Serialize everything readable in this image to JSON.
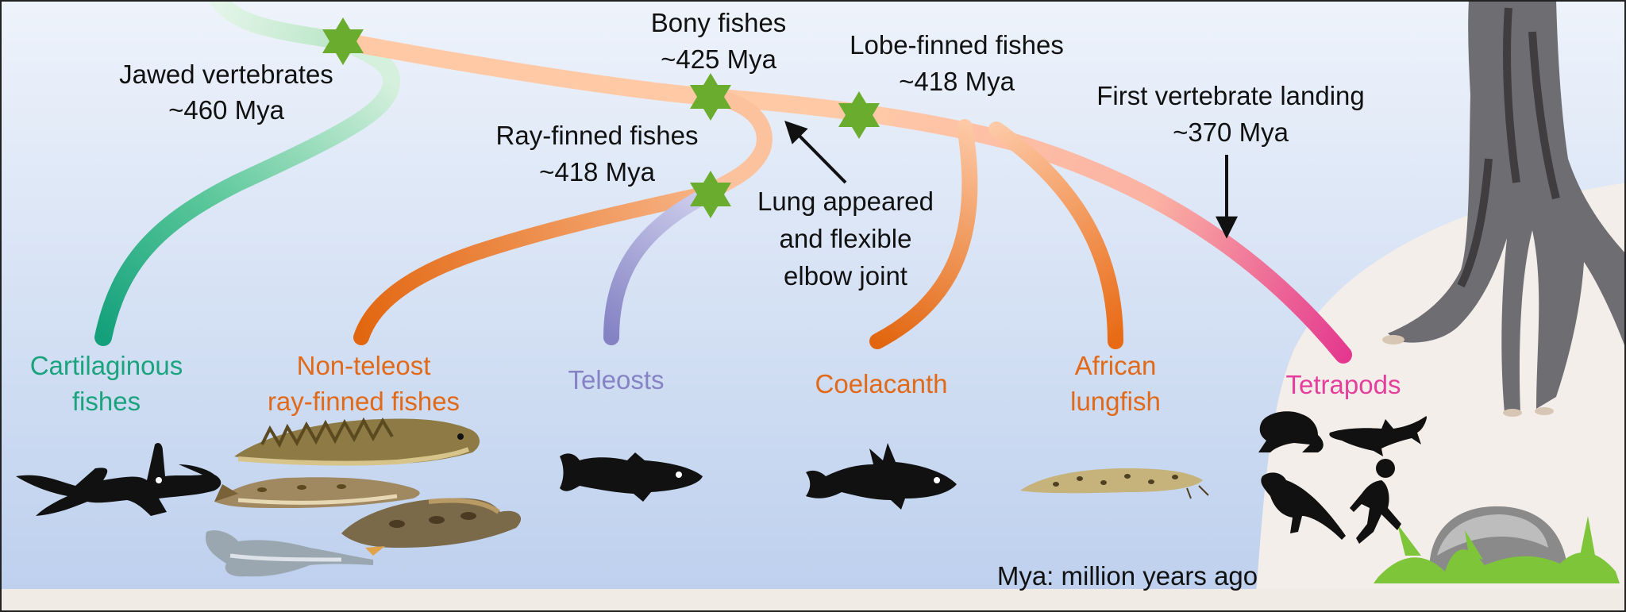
{
  "nodes": {
    "jawed": {
      "name": "Jawed vertebrates",
      "age": "~460 Mya"
    },
    "bony": {
      "name": "Bony fishes",
      "age": "~425 Mya"
    },
    "lobe": {
      "name": "Lobe-finned fishes",
      "age": "~418 Mya"
    },
    "ray": {
      "name": "Ray-finned fishes",
      "age": "~418 Mya"
    },
    "landing": {
      "name": "First vertebrate landing",
      "age": "~370 Mya"
    }
  },
  "lung_note": [
    "Lung appeared",
    "and flexible",
    "elbow joint"
  ],
  "taxa": {
    "cartilaginous": {
      "lines": [
        "Cartilaginous",
        "fishes"
      ],
      "color": "#1ba37e"
    },
    "non_teleost": {
      "lines": [
        "Non-teleost",
        "ray-finned fishes"
      ],
      "color": "#e06a1a"
    },
    "teleosts": {
      "lines": [
        "Teleosts"
      ],
      "color": "#8583c4"
    },
    "coelacanth": {
      "lines": [
        "Coelacanth"
      ],
      "color": "#e06a1a"
    },
    "lungfish": {
      "lines": [
        "African",
        "lungfish"
      ],
      "color": "#e06a1a"
    },
    "tetrapods": {
      "lines": [
        "Tetrapods"
      ],
      "color": "#e43f9c"
    }
  },
  "footnote": "Mya: million years ago",
  "colors": {
    "water_top": "#eef3fb",
    "water_bottom": "#bccfed",
    "land": "#f4eeea",
    "node_marker": "#6aac2e",
    "trunk": "#ffc7a3",
    "tree": "#6e6e72",
    "tree_dark": "#3f3d3f",
    "grass": "#7ec53a"
  },
  "icons": [
    "shark-silhouette",
    "bichir-image",
    "gar-image",
    "snakehead-image",
    "paddlefish-image",
    "teleost-silhouette",
    "coelacanth-silhouette",
    "lungfish-image",
    "frog-silhouette",
    "lizard-silhouette",
    "bird-silhouette",
    "runner-silhouette",
    "tree-roots",
    "rock-icon"
  ]
}
